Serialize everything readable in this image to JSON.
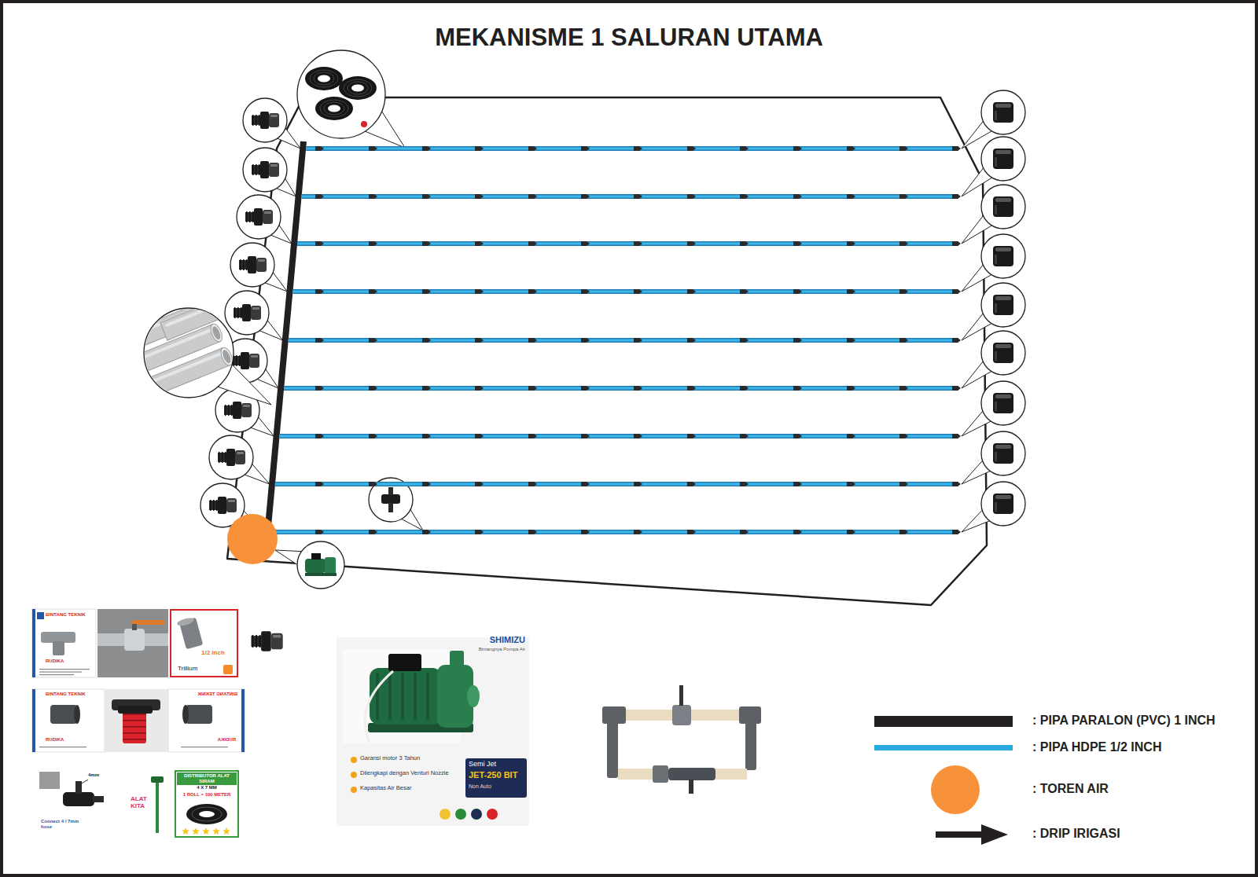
{
  "diagram": {
    "title": "MEKANISME 1 SALURAN UTAMA",
    "labels": [
      "BINTANG TEKNIK",
      "RUDIKA",
      "1/2 inch",
      "Trillium",
      "BINTANG TEKNIK",
      "RUDIKA",
      "BINTANG TEKNIK",
      "RUDIKA",
      "4mm",
      "Connect 4 / 7mm hose",
      "ALAT KITA",
      "DISTRIBUTOR ALAT SIRAM",
      "4 X 7 MM",
      "1 ROLL = 100 METER",
      "SHIMIZU",
      "Bintangnya Pompa Air",
      "Garansi motor 3 Tahun",
      "Dilengkapi dengan Venturi Nozzle",
      "Kapasitas Air Besar",
      "Semi Jet",
      "JET-250 BIT",
      "Non Auto"
    ],
    "legend": [
      {
        "text": ": PIPA PARALON (PVC) 1 INCH",
        "color": "#231f20"
      },
      {
        "text": ": PIPA HDPE 1/2 INCH",
        "color": "#29a9e0"
      },
      {
        "text": ": TOREN AIR",
        "color": "#f7923a"
      },
      {
        "text": ": DRIP IRIGASI"
      }
    ]
  }
}
